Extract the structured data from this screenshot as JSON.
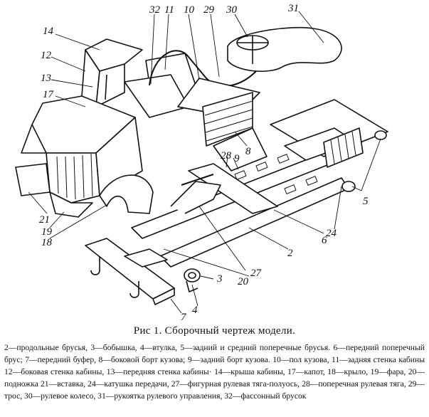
{
  "caption": "Рис 1. Сборочный чертеж модели.",
  "legend_entries": [
    "2—продольные брусья,",
    "3—бобышка,",
    "4—втулка,",
    "5—задний и средний поперечные брусья.",
    "6—передний поперечный брус;",
    "7—передний буфер,",
    "8—боковой борт кузова;",
    "9—задний борт кузова.",
    "10—пол кузова,",
    "11—задняя стенка кабины",
    "12—боковая стенка кабины,",
    "13—передняя стенка кабины·",
    "14—крыша кабины,",
    "17—капот,",
    "18—крыло,",
    "19—фара,",
    "20—подножка",
    "21—вставка,",
    "24—катушка передачи,",
    "27—фигурная рулевая тяга-полуось,",
    "28—поперечная рулевая тяга,",
    "29—трос,",
    "30—рулевое колесо,",
    "31—рукоятка рулевого управления,",
    "32—фассонный брусок"
  ],
  "callouts": {
    "n32": "32",
    "n11": "11",
    "n10": "10",
    "n29": "29",
    "n30": "30",
    "n31": "31",
    "n14": "14",
    "n12": "12",
    "n13": "13",
    "n17": "17",
    "n8": "8",
    "n28": "28",
    "n9": "9",
    "n5": "5",
    "n21": "21",
    "n19": "19",
    "n18": "18",
    "n24": "24",
    "n6": "6",
    "n2": "2",
    "n27": "27",
    "n20": "20",
    "n3": "3",
    "n4": "4",
    "n7": "7"
  }
}
